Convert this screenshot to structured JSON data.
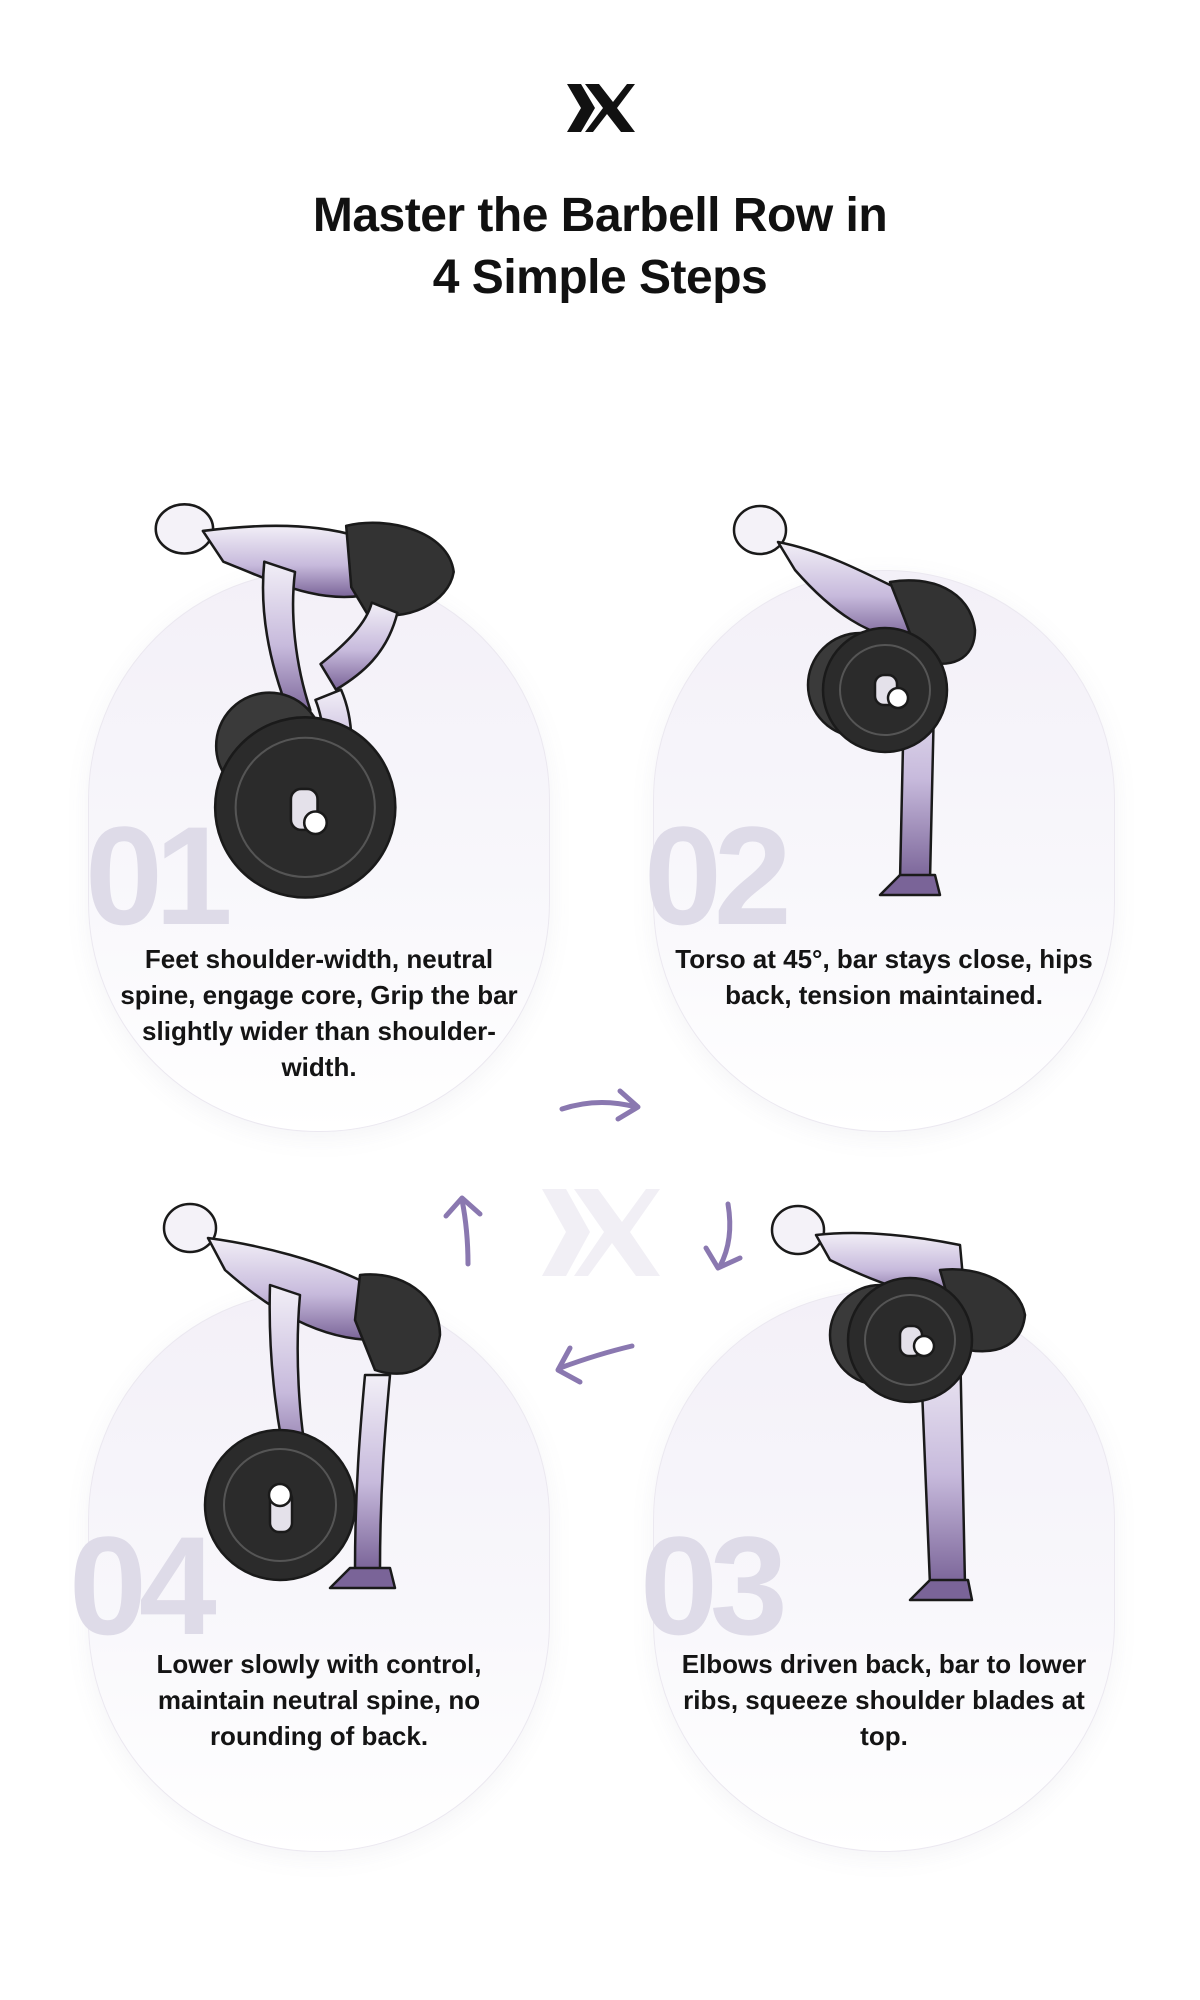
{
  "header": {
    "title_line1": "Master the Barbell Row in",
    "title_line2": "4 Simple Steps"
  },
  "steps": [
    {
      "number": "01",
      "text": "Feet shoulder-width, neutral spine, engage core, Grip the bar slightly wider than shoulder-width."
    },
    {
      "number": "02",
      "text": "Torso at 45°, bar stays close, hips back, tension maintained."
    },
    {
      "number": "03",
      "text": "Elbows driven back, bar to lower ribs, squeeze shoulder blades at top."
    },
    {
      "number": "04",
      "text": "Lower slowly with control, maintain neutral spine, no rounding of back."
    }
  ],
  "icons": {
    "logo": "brand-logo-icon",
    "figure": "lifter-illustration",
    "arrow": "cycle-arrow-icon"
  },
  "colors": {
    "accent": "#8a78b0",
    "card_top": "#f3f0f8",
    "number": "#dedbe8",
    "skin_light": "#ebe6f2",
    "skin_dark": "#7a6498",
    "shorts": "#333333",
    "plate": "#2b2b2b"
  }
}
